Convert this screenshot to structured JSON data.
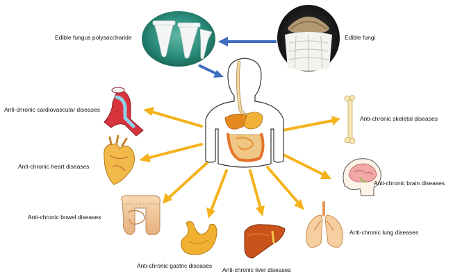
{
  "top": {
    "polysaccharide_label": "Edible fungus polysaccharide",
    "fungi_label": "Edible fungi"
  },
  "diseases": {
    "cardiovascular": "Anti-chronic cardiovascular diseases",
    "heart": "Anti-chronic heart diseases",
    "bowel": "Anti-chronic bowel diseases",
    "gastric": "Anti-chronic gastric diseases",
    "liver": "Anti-chronic liver diseases",
    "lung": "Anti-chronic lung diseases",
    "brain": "Anti-chronic brain diseases",
    "skeletal": "Anti-chronic skeletal diseases"
  },
  "colors": {
    "arrow_orange": "#f5b21b",
    "arrow_blue": "#3f6dbf",
    "photo_teal": "#1f7d6e"
  },
  "icons": [
    "microtube-photo",
    "mushroom-photo",
    "human-body-icon",
    "blood-vessel-icon",
    "heart-icon",
    "intestine-icon",
    "stomach-icon",
    "liver-icon",
    "lung-icon",
    "brain-icon",
    "bone-icon"
  ]
}
